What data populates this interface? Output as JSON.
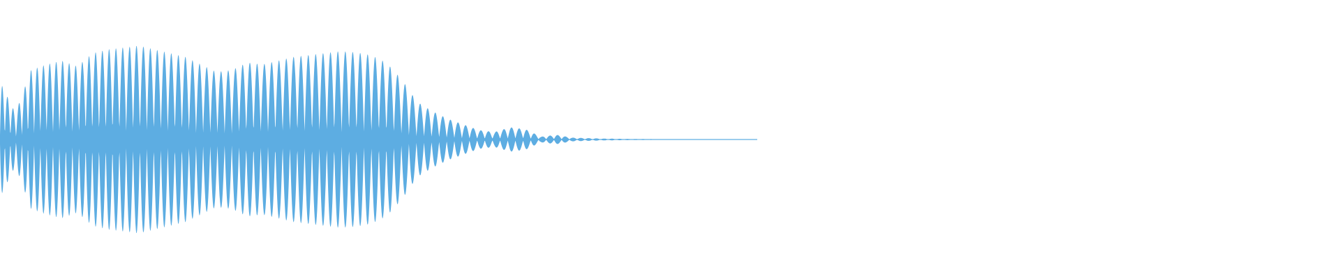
{
  "waveform": {
    "color": "#5dade2",
    "background": "#ffffff",
    "envelope": [
      0.62,
      0.28,
      0.74,
      0.8,
      0.84,
      0.78,
      0.92,
      0.96,
      0.98,
      1.0,
      0.96,
      0.92,
      0.88,
      0.8,
      0.72,
      0.74,
      0.82,
      0.8,
      0.84,
      0.88,
      0.9,
      0.92,
      0.94,
      0.93,
      0.9,
      0.82,
      0.64,
      0.4,
      0.3,
      0.22,
      0.16,
      0.1,
      0.08,
      0.13,
      0.11,
      0.03,
      0.05,
      0.02,
      0.015,
      0.01,
      0.008,
      0.006,
      0.005,
      0.004,
      0.003,
      0.003,
      0.002,
      0.002,
      0.002,
      0.001
    ],
    "progress": 0.565
  }
}
